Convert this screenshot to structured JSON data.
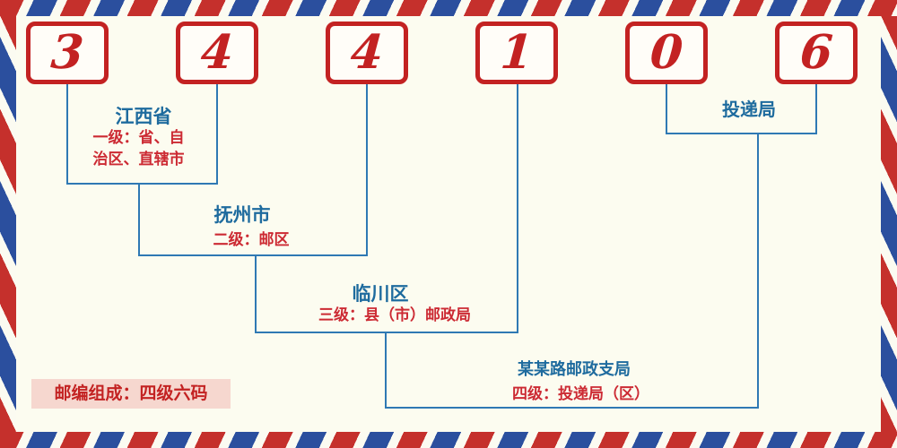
{
  "postal_code": "344106",
  "digits": [
    "3",
    "4",
    "4",
    "1",
    "0",
    "6"
  ],
  "levels": [
    {
      "name": "江西省",
      "desc_line1": "一级：省、自",
      "desc_line2": "治区、直辖市"
    },
    {
      "name": "抚州市",
      "desc": "二级：邮区"
    },
    {
      "name": "临川区",
      "desc": "三级：县（市）邮政局"
    },
    {
      "name": "某某路邮政支局",
      "desc": "四级：投递局（区）"
    }
  ],
  "delivery_office_label": "投递局",
  "footer_note": "邮编组成：四级六码",
  "colors": {
    "background": "#fcfcf0",
    "digit_red": "#c32222",
    "label_blue": "#1e6b9e",
    "desc_red": "#cc2a33",
    "line_blue": "#2f79b4",
    "stripe_red": "#c5302c",
    "stripe_blue": "#2b4f9e",
    "chip_pink": "#f6d7cf"
  }
}
